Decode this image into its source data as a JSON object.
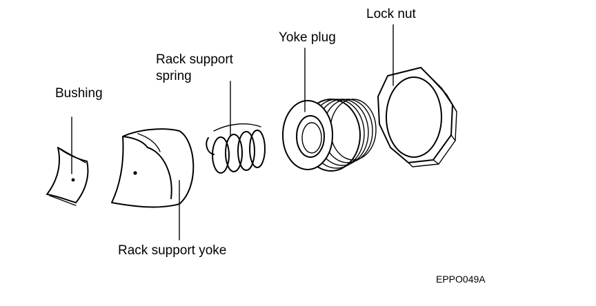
{
  "labels": {
    "bushing": "Bushing",
    "spring_line1": "Rack support",
    "spring_line2": "spring",
    "yoke_plug": "Yoke plug",
    "lock_nut": "Lock nut",
    "yoke": "Rack support yoke"
  },
  "figure_code": "EPPO049A"
}
